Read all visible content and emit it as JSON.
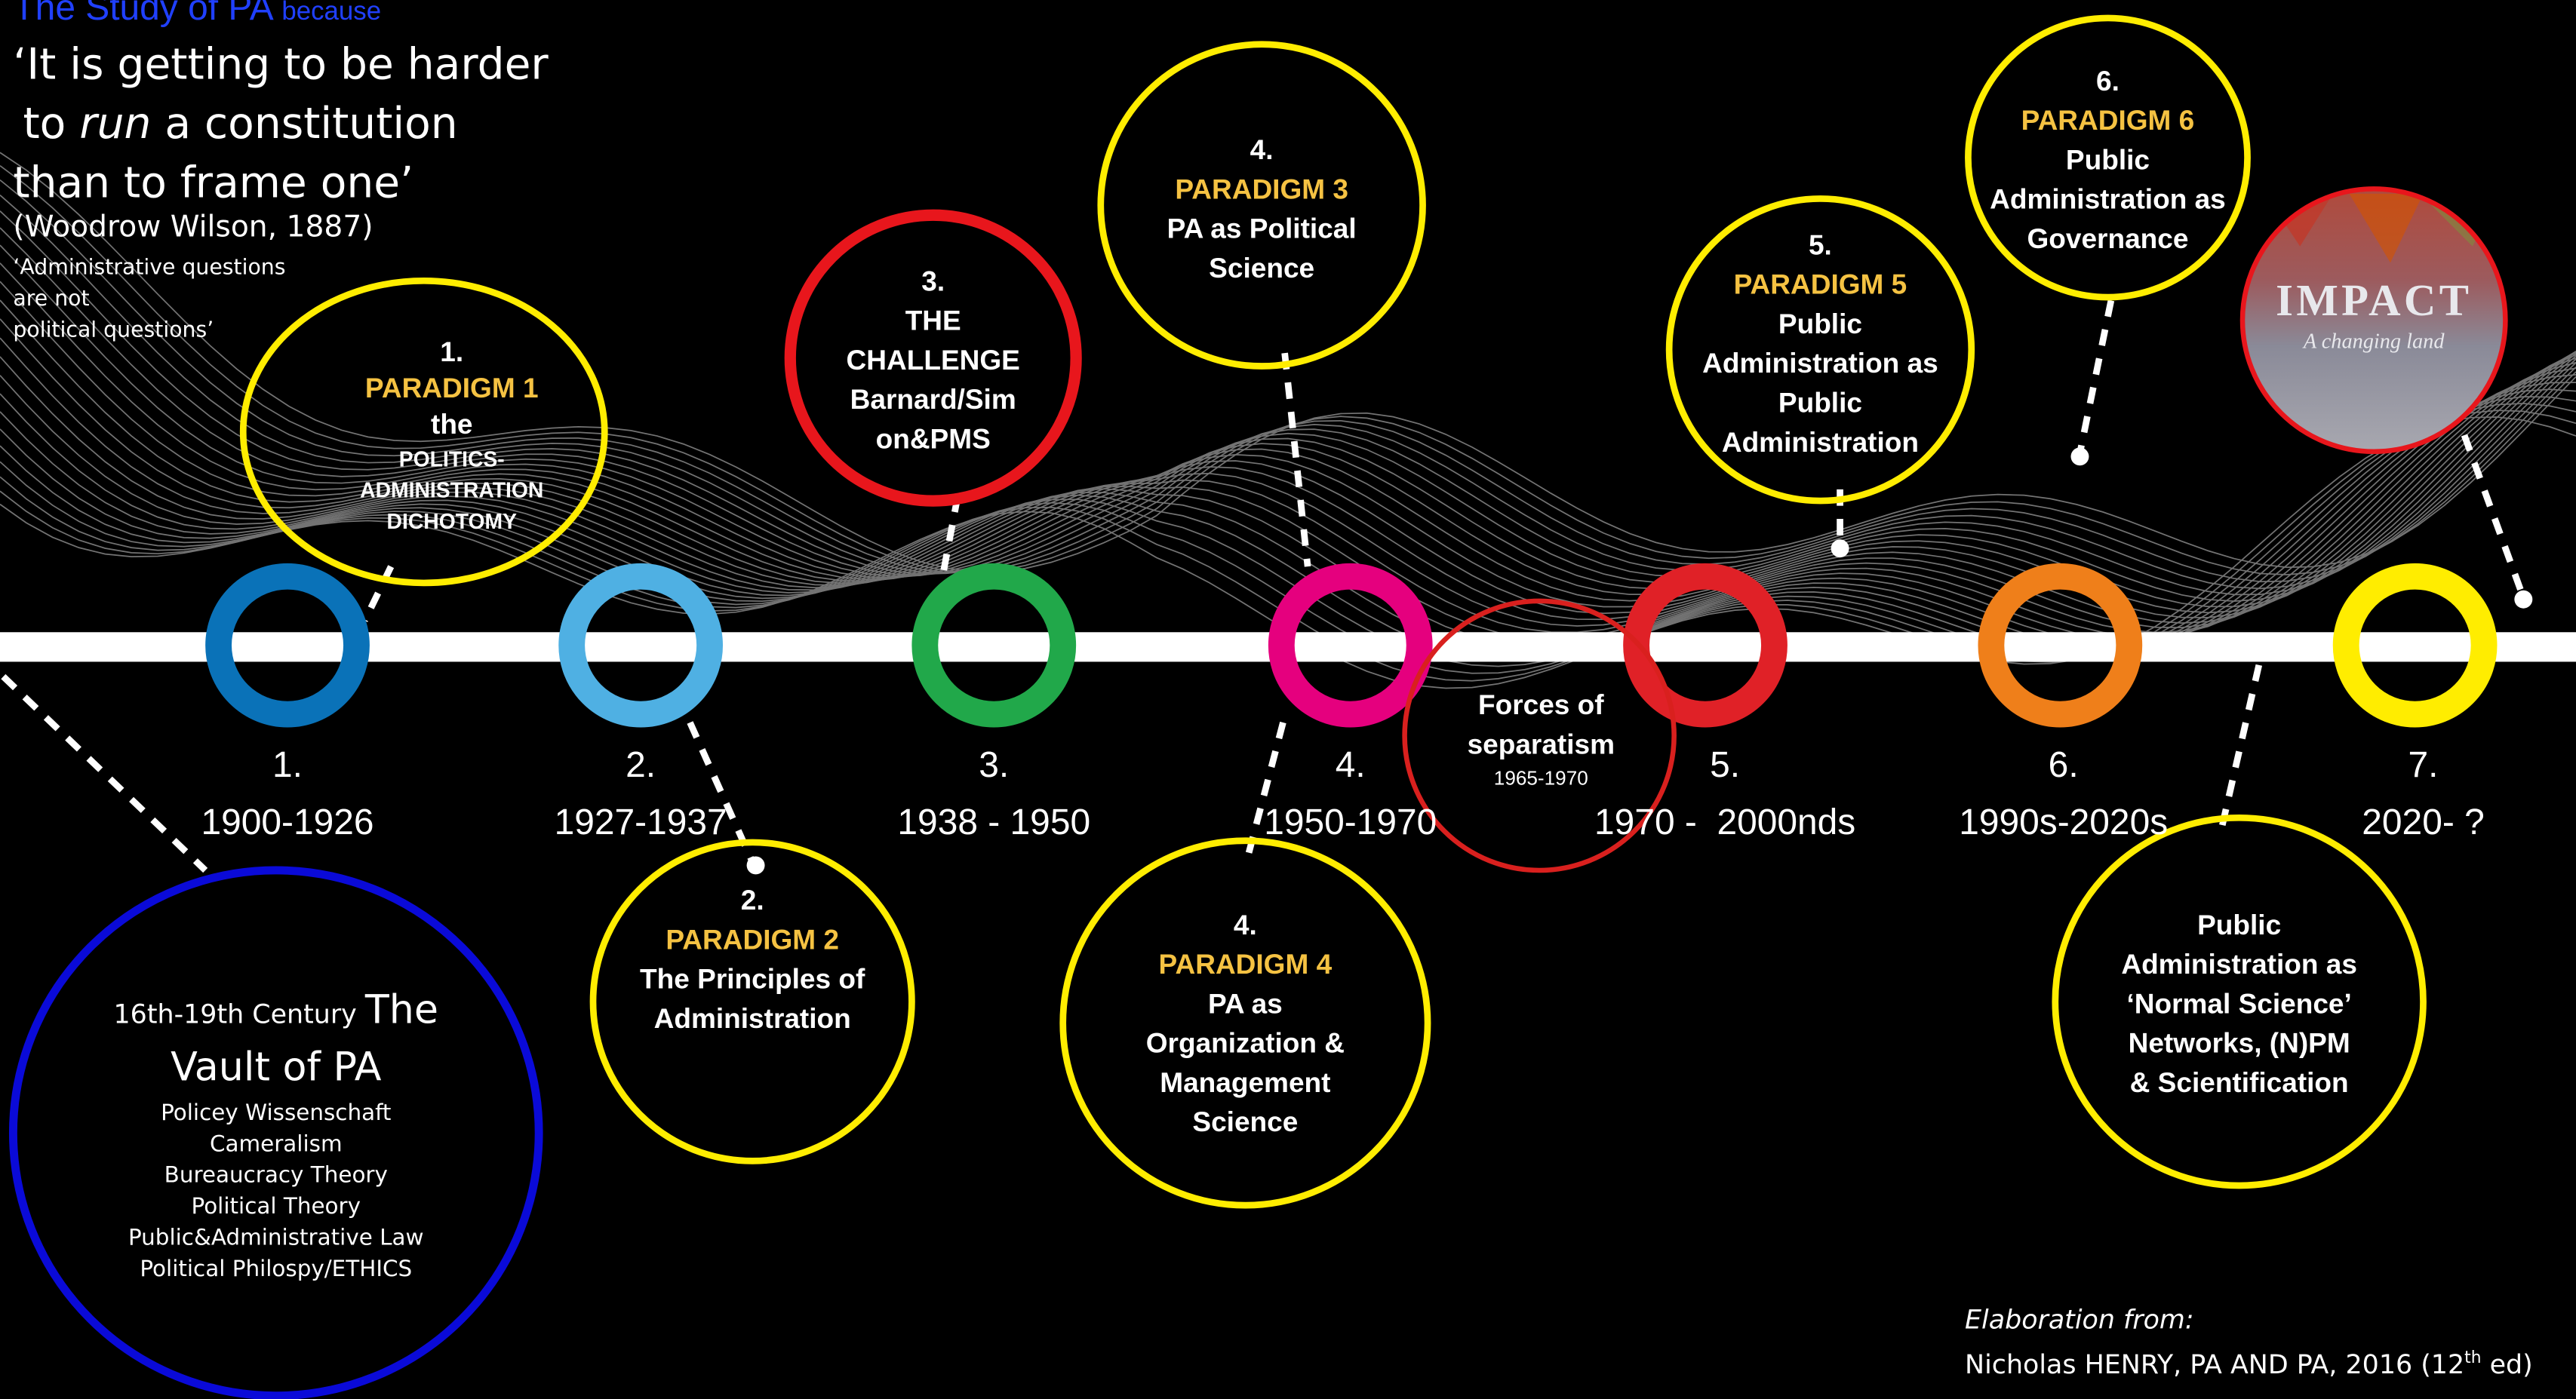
{
  "header": {
    "title": "The Study of PA",
    "title_suffix": "because",
    "quote_l1": "‘It is getting to be harder",
    "quote_l2a": "to ",
    "quote_l2b": "run",
    "quote_l2c": " a constitution",
    "quote_l3": "than to frame one’",
    "attribution": "(Woodrow Wilson, 1887)",
    "sub_quote_1": "‘Administrative questions",
    "sub_quote_2": "are not",
    "sub_quote_3": "political questions’"
  },
  "timeline_nodes": [
    {
      "num": "1.",
      "years": "1900-1926",
      "color": "#0a72b8"
    },
    {
      "num": "2.",
      "years": "1927-1937",
      "color": "#4fb0e3"
    },
    {
      "num": "3.",
      "years": "1938 - 1950",
      "color": "#21a84a"
    },
    {
      "num": "4.",
      "years": "1950-1970",
      "color": "#e5007e"
    },
    {
      "num": "5.",
      "years": "1970 -  2000nds",
      "color": "#e02127"
    },
    {
      "num": "6.",
      "years": "1990s-2020s",
      "color": "#ef7f1a"
    },
    {
      "num": "7.",
      "years": "2020- ?",
      "color": "#ffed00"
    }
  ],
  "vault": {
    "l1a": "16th-19th Century ",
    "l1b": "The",
    "l2": "Vault of PA",
    "items": [
      "Policey Wissenschaft",
      "Cameralism",
      "Bureaucracy Theory",
      "Political Theory",
      "Public&Administrative Law",
      "Political Philospy/ETHICS"
    ],
    "color": "#0a0ad8"
  },
  "p1": {
    "num": "1.",
    "label": "PARADIGM 1",
    "l1": "the",
    "l2": "POLITICS-",
    "l3": "ADMINISTRATION",
    "l4": "DICHOTOMY"
  },
  "p2": {
    "num": "2.",
    "label": "PARADIGM 2",
    "l1": "The Principles of",
    "l2": "Administration"
  },
  "p3": {
    "num": "3.",
    "l1": "THE",
    "l2": "CHALLENGE",
    "l3": "Barnard/Sim",
    "l4": "on&PMS"
  },
  "p3b": {
    "num": "4. ",
    "label": "PARADIGM 3",
    "l1": "PA as Political",
    "l2": "Science"
  },
  "p4": {
    "num": "4. ",
    "label": "PARADIGM 4",
    "l1": "PA as",
    "l2": "Organization &",
    "l3": "Management",
    "l4": "Science"
  },
  "separatism": {
    "l1": "Forces of",
    "l2": "separatism",
    "years": "1965-1970"
  },
  "p5": {
    "num": "5. ",
    "label": "PARADIGM 5",
    "l1": "Public",
    "l2": "Administration as",
    "l3": "Public",
    "l4": "Administration"
  },
  "p6": {
    "num": "6. ",
    "label": "PARADIGM 6",
    "l1": "Public",
    "l2": "Administration as",
    "l3": "Governance"
  },
  "normal": {
    "l1": "Public",
    "l2": "Administration as",
    "l3": "‘Normal Science’",
    "l4": "Networks, (N)PM",
    "l5": "& Scientification"
  },
  "impact": {
    "title": "IMPACT",
    "subtitle": "A changing land"
  },
  "footer": {
    "l1": "Elaboration from:",
    "l2a": "Nicholas HENRY, PA AND PA, 2016 (12",
    "l2sup": "th",
    "l2b": " ed)"
  },
  "colors": {
    "yellow_ring": "#ffed00",
    "paradigm_label": "#f5c242",
    "red_ring": "#e8161c",
    "separatism_ring": "#d9201e"
  }
}
